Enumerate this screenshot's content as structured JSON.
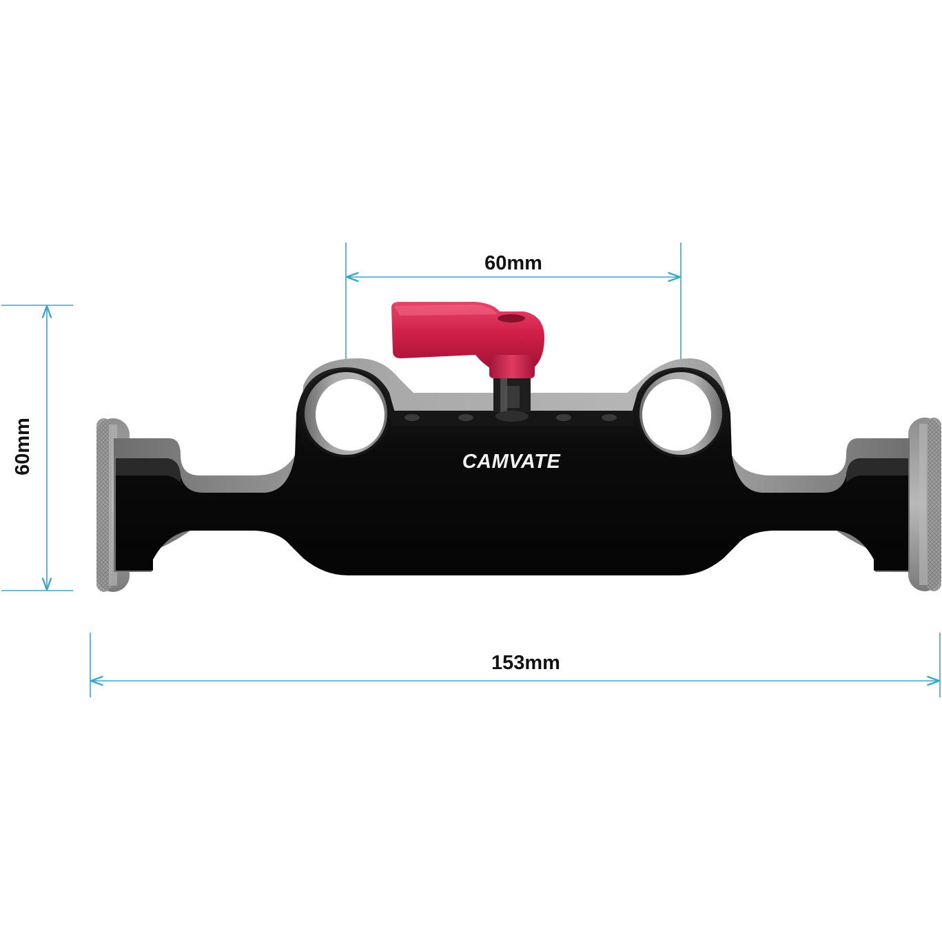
{
  "product": {
    "brand": "CAMVATE",
    "colors": {
      "body": "#0d0d0d",
      "knob_accent": "#d31d47",
      "dimension_lines": "#3aa6c8",
      "grey_metal": "#9a9a9a"
    }
  },
  "dimensions": {
    "rod_spacing": "60mm",
    "height": "60mm",
    "overall_width": "153mm"
  }
}
